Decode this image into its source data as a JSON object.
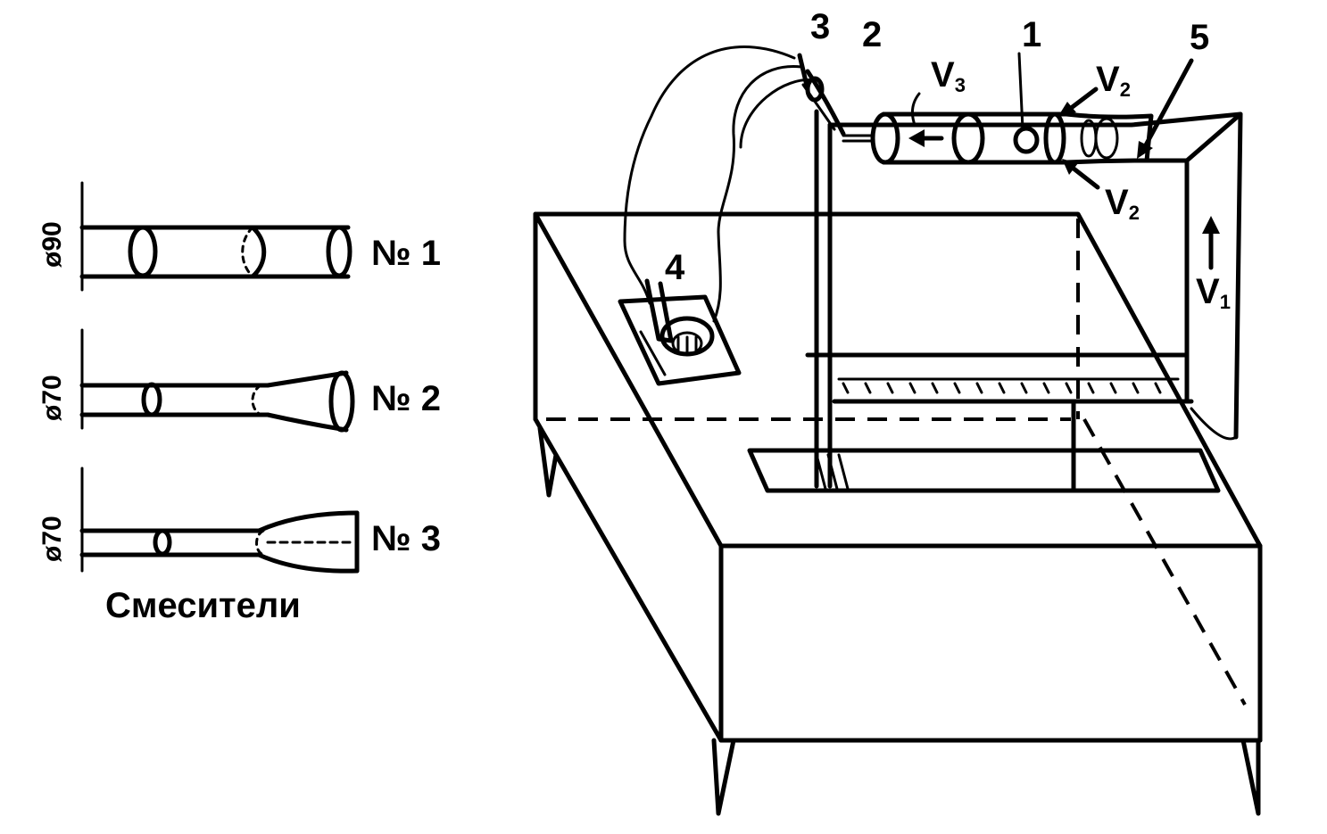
{
  "mixers": {
    "caption": "Смесители",
    "items": [
      {
        "diameter": "ø90",
        "label": "№ 1"
      },
      {
        "diameter": "ø70",
        "label": "№ 2"
      },
      {
        "diameter": "ø70",
        "label": "№ 3"
      }
    ]
  },
  "apparatus": {
    "callouts": [
      "1",
      "2",
      "3",
      "4",
      "5"
    ],
    "velocity_symbol": "V",
    "velocities": [
      "3",
      "2",
      "2",
      "1"
    ]
  }
}
